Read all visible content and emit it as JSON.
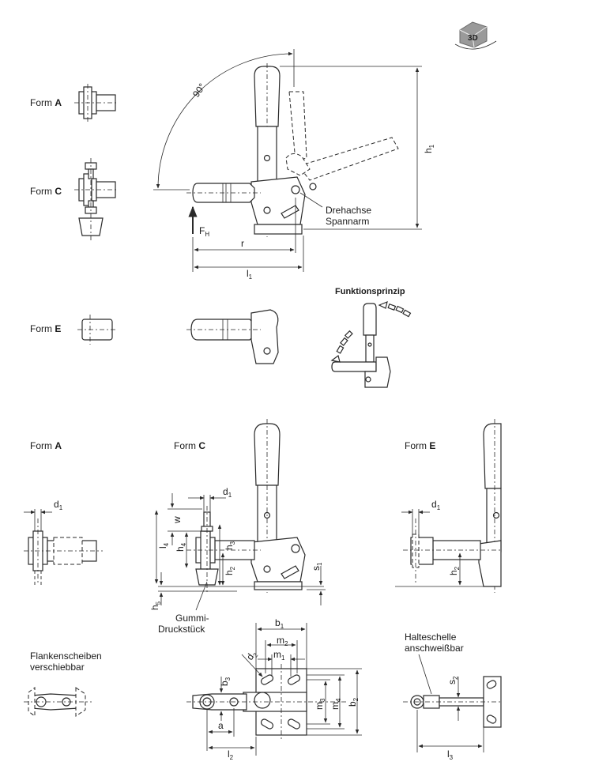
{
  "form_label_prefix": "Form",
  "forms": {
    "a": "A",
    "c": "C",
    "e": "E"
  },
  "badge_3d": "3D",
  "dimension_labels": {
    "angle": "90°",
    "h1": "h",
    "h1_sub": "1",
    "r": "r",
    "l1": "l",
    "l1_sub": "1",
    "fh": "F",
    "fh_sub": "H",
    "d1": "d",
    "d1_sub": "1",
    "w": "w",
    "l4": "l",
    "l4_sub": "4",
    "h4": "h",
    "h4_sub": "4",
    "h3": "h",
    "h3_sub": "3",
    "h2": "h",
    "h2_sub": "2",
    "s1": "s",
    "s1_sub": "1",
    "h5": "h",
    "h5_sub": "5",
    "b1": "b",
    "b1_sub": "1",
    "m2": "m",
    "m2_sub": "2",
    "m1": "m",
    "m1_sub": "1",
    "d2": "d",
    "d2_sub": "2",
    "b3": "b",
    "b3_sub": "3",
    "m3": "m",
    "m3_sub": "3",
    "m4": "m",
    "m4_sub": "4",
    "b2": "b",
    "b2_sub": "2",
    "a": "a",
    "l2": "l",
    "l2_sub": "2",
    "s2": "s",
    "s2_sub": "2",
    "l3": "l",
    "l3_sub": "3"
  },
  "annotations": {
    "drehachse_line1": "Drehachse",
    "drehachse_line2": "Spannarm",
    "funktionsprinzip": "Funktionsprinzip",
    "gummi_line1": "Gummi-",
    "gummi_line2": "Druckstück",
    "flanken_line1": "Flankenscheiben",
    "flanken_line2": "verschiebbar",
    "halte_line1": "Halteschelle",
    "halte_line2": "anschweißbar"
  }
}
